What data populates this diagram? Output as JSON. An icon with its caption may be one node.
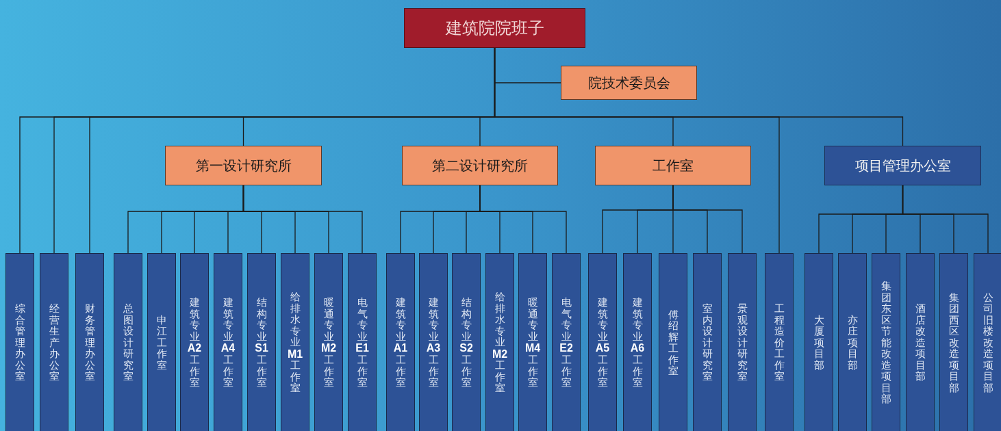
{
  "diagram": {
    "nodes": [
      {
        "text": [
          "建筑院院班子"
        ]
      },
      {
        "text": [
          "院技术委员会"
        ]
      },
      {
        "text": [
          "第一设计研究所"
        ]
      },
      {
        "text": [
          "第二设计研究所"
        ]
      },
      {
        "text": [
          "工作室"
        ]
      },
      {
        "text": [
          "项目管理办公室"
        ]
      },
      {
        "text": [
          "综合管理办公室"
        ]
      },
      {
        "text": [
          "经营生产办公室"
        ]
      },
      {
        "text": [
          "财务管理办公室"
        ]
      },
      {
        "text": [
          "总图设计研究室"
        ]
      },
      {
        "text": [
          "申江工作室"
        ]
      },
      {
        "text": [
          "建筑专业**A2**工作室"
        ]
      },
      {
        "text": [
          "建筑专业**A4**工作室"
        ]
      },
      {
        "text": [
          "结构专业**S1**工作室"
        ]
      },
      {
        "text": [
          "给排水专业**M1**工作室"
        ]
      },
      {
        "text": [
          "暖通专业**M2**工作室"
        ]
      },
      {
        "text": [
          "电气专业**E1**工作室"
        ]
      },
      {
        "text": [
          "建筑专业**A1**工作室"
        ]
      },
      {
        "text": [
          "建筑专业**A3**工作室"
        ]
      },
      {
        "text": [
          "结构专业**S2**工作室"
        ]
      },
      {
        "text": [
          "给排水专业**M2**工作室"
        ]
      },
      {
        "text": [
          "暖通专业**M4**工作室"
        ]
      },
      {
        "text": [
          "电气专业**E2**工作室"
        ]
      },
      {
        "text": [
          "建筑专业**A5**工作室"
        ]
      },
      {
        "text": [
          "建筑专业**A6**工作室"
        ]
      },
      {
        "text": [
          "傅绍辉工作室"
        ]
      },
      {
        "text": [
          "室内设计研究室"
        ]
      },
      {
        "text": [
          "景观设计研究室"
        ]
      },
      {
        "text": [
          "工程造价工作室"
        ]
      },
      {
        "text": [
          "大厦项目部"
        ]
      },
      {
        "text": [
          "亦庄项目部"
        ]
      },
      {
        "text": [
          "集团东区节能改造项目部"
        ]
      },
      {
        "text": [
          "酒店改造项目部"
        ]
      },
      {
        "text": [
          "集团西区改造项目部"
        ]
      },
      {
        "text": [
          "公司旧楼改造项目部"
        ]
      }
    ],
    "edges": [
      {
        "from": 0,
        "to": 1,
        "arrow": "none"
      },
      {
        "from": 0,
        "to": 6,
        "arrow": "none"
      },
      {
        "from": 0,
        "to": 7,
        "arrow": "none"
      },
      {
        "from": 0,
        "to": 8,
        "arrow": "none"
      },
      {
        "from": 0,
        "to": 2,
        "arrow": "none"
      },
      {
        "from": 0,
        "to": 3,
        "arrow": "none"
      },
      {
        "from": 0,
        "to": 4,
        "arrow": "none"
      },
      {
        "from": 0,
        "to": 28,
        "arrow": "none"
      },
      {
        "from": 0,
        "to": 5,
        "arrow": "none"
      },
      {
        "from": 2,
        "to": 9,
        "arrow": "none"
      },
      {
        "from": 2,
        "to": 10,
        "arrow": "none"
      },
      {
        "from": 2,
        "to": 11,
        "arrow": "none"
      },
      {
        "from": 2,
        "to": 12,
        "arrow": "none"
      },
      {
        "from": 2,
        "to": 13,
        "arrow": "none"
      },
      {
        "from": 2,
        "to": 14,
        "arrow": "none"
      },
      {
        "from": 2,
        "to": 15,
        "arrow": "none"
      },
      {
        "from": 2,
        "to": 16,
        "arrow": "none"
      },
      {
        "from": 3,
        "to": 17,
        "arrow": "none"
      },
      {
        "from": 3,
        "to": 18,
        "arrow": "none"
      },
      {
        "from": 3,
        "to": 19,
        "arrow": "none"
      },
      {
        "from": 3,
        "to": 20,
        "arrow": "none"
      },
      {
        "from": 3,
        "to": 21,
        "arrow": "none"
      },
      {
        "from": 3,
        "to": 22,
        "arrow": "none"
      },
      {
        "from": 4,
        "to": 23,
        "arrow": "none"
      },
      {
        "from": 4,
        "to": 24,
        "arrow": "none"
      },
      {
        "from": 4,
        "to": 25,
        "arrow": "none"
      },
      {
        "from": 4,
        "to": 26,
        "arrow": "none"
      },
      {
        "from": 4,
        "to": 27,
        "arrow": "none"
      },
      {
        "from": 5,
        "to": 29,
        "arrow": "none"
      },
      {
        "from": 5,
        "to": 30,
        "arrow": "none"
      },
      {
        "from": 5,
        "to": 31,
        "arrow": "none"
      },
      {
        "from": 5,
        "to": 32,
        "arrow": "none"
      },
      {
        "from": 5,
        "to": 33,
        "arrow": "none"
      },
      {
        "from": 5,
        "to": 34,
        "arrow": "none"
      }
    ]
  }
}
